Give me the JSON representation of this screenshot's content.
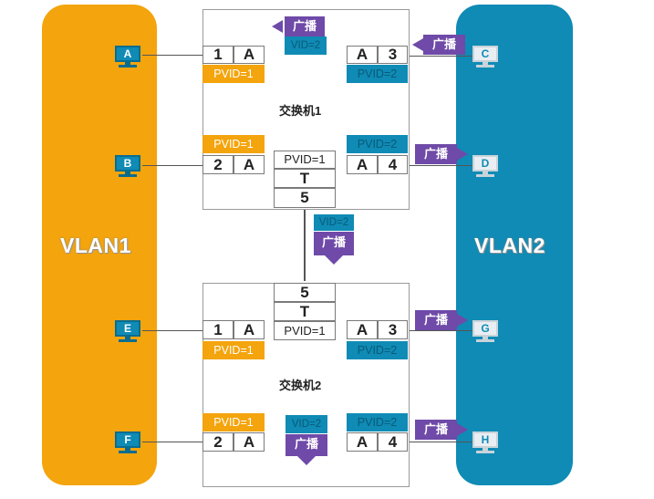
{
  "vlans": {
    "left": "VLAN1",
    "right": "VLAN2"
  },
  "switch1": {
    "name": "交换机1",
    "ports": {
      "p1": {
        "num": "1",
        "mode": "A",
        "pvid": "PVID=1"
      },
      "p2": {
        "num": "2",
        "mode": "A",
        "pvid": "PVID=1"
      },
      "p3": {
        "num": "3",
        "mode": "A",
        "pvid": "PVID=2"
      },
      "p4": {
        "num": "4",
        "mode": "A",
        "pvid": "PVID=2"
      },
      "p5": {
        "num": "5",
        "mode": "T",
        "pvid": "PVID=1"
      }
    }
  },
  "switch2": {
    "name": "交换机2",
    "ports": {
      "p1": {
        "num": "1",
        "mode": "A",
        "pvid": "PVID=1"
      },
      "p2": {
        "num": "2",
        "mode": "A",
        "pvid": "PVID=1"
      },
      "p3": {
        "num": "3",
        "mode": "A",
        "pvid": "PVID=2"
      },
      "p4": {
        "num": "4",
        "mode": "A",
        "pvid": "PVID=2"
      },
      "p5": {
        "num": "5",
        "mode": "T",
        "pvid": "PVID=1"
      }
    }
  },
  "pcs": {
    "a": "A",
    "b": "B",
    "c": "C",
    "d": "D",
    "e": "E",
    "f": "F",
    "g": "G",
    "h": "H"
  },
  "broadcast": "广播",
  "vid_tag": "VID=2",
  "colors": {
    "vlan1": "#f4a40c",
    "vlan2": "#0f8bb5",
    "broadcast": "#6f4aa8"
  }
}
